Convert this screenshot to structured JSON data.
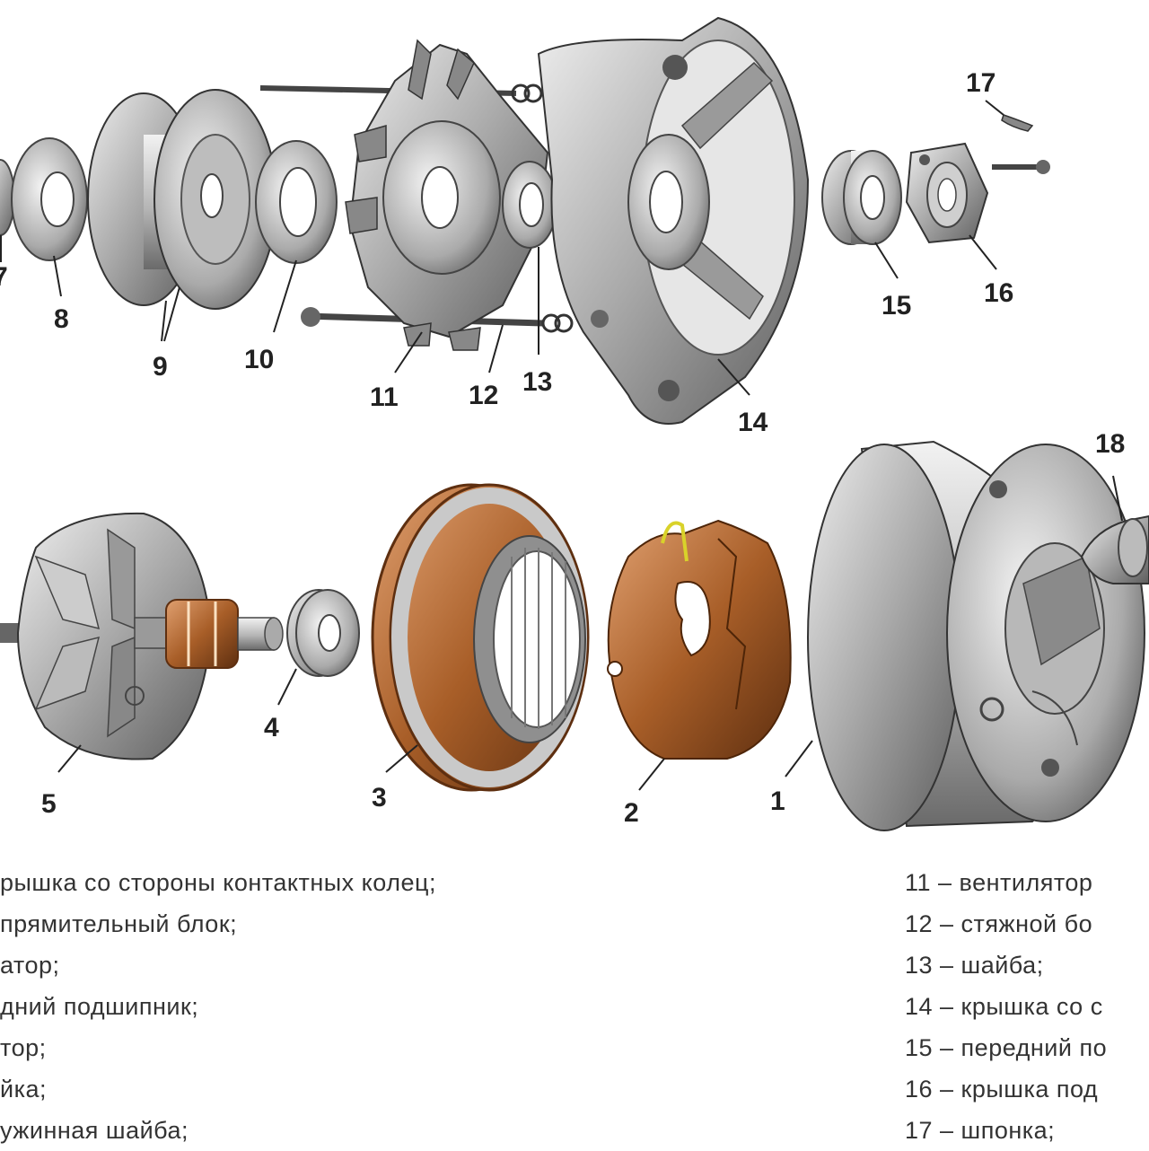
{
  "callouts": {
    "c1": "1",
    "c2": "2",
    "c3": "3",
    "c4": "4",
    "c5": "5",
    "c7": "7",
    "c8": "8",
    "c9": "9",
    "c10": "10",
    "c11": "11",
    "c12": "12",
    "c13": "13",
    "c14": "14",
    "c15": "15",
    "c16": "16",
    "c17": "17",
    "c18": "18"
  },
  "legend_left": [
    "рышка со стороны контактных колец;",
    "прямительный блок;",
    "атор;",
    "дний подшипник;",
    "тор;",
    "йка;",
    "ужинная шайба;"
  ],
  "legend_right": [
    "11 – вентилятор",
    "12 – стяжной бо",
    "13 – шайба;",
    "14 – крышка со с",
    "15 – передний по",
    "16 – крышка под",
    "17 – шпонка;"
  ],
  "colors": {
    "metal": "#9a9a9a",
    "metal_light": "#d4d4d4",
    "metal_dark": "#555555",
    "copper": "#b06a2e",
    "copper_dark": "#6e3a14",
    "wire": "#d9d22a"
  }
}
